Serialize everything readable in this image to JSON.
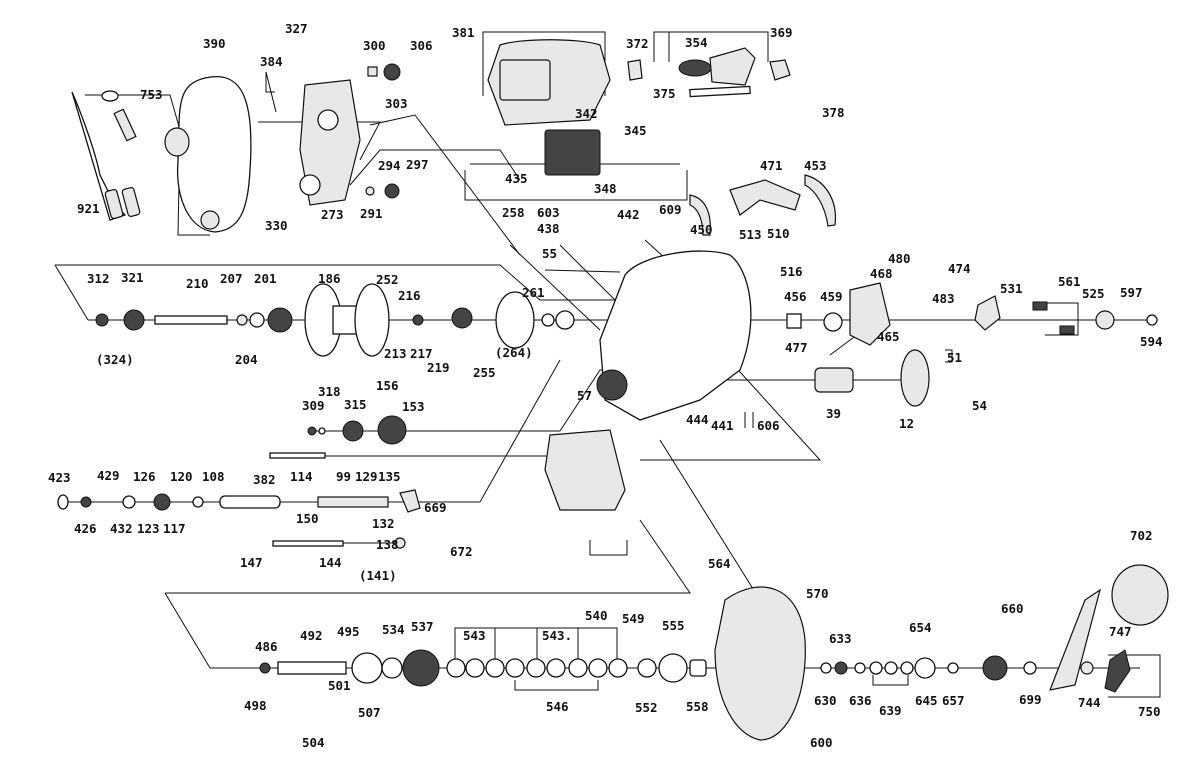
{
  "diagram": {
    "title": "",
    "type": "exploded-parts-diagram",
    "labels": [
      {
        "id": "390",
        "text": "390"
      },
      {
        "id": "753",
        "text": "753"
      },
      {
        "id": "921",
        "text": "921"
      },
      {
        "id": "327",
        "text": "327"
      },
      {
        "id": "384",
        "text": "384"
      },
      {
        "id": "300",
        "text": "300"
      },
      {
        "id": "306",
        "text": "306"
      },
      {
        "id": "303",
        "text": "303"
      },
      {
        "id": "294",
        "text": "294"
      },
      {
        "id": "297",
        "text": "297"
      },
      {
        "id": "291",
        "text": "291"
      },
      {
        "id": "273",
        "text": "273"
      },
      {
        "id": "330",
        "text": "330"
      },
      {
        "id": "381",
        "text": "381"
      },
      {
        "id": "372",
        "text": "372"
      },
      {
        "id": "354",
        "text": "354"
      },
      {
        "id": "369",
        "text": "369"
      },
      {
        "id": "375",
        "text": "375"
      },
      {
        "id": "378",
        "text": "378"
      },
      {
        "id": "342",
        "text": "342"
      },
      {
        "id": "345",
        "text": "345"
      },
      {
        "id": "348",
        "text": "348"
      },
      {
        "id": "435",
        "text": "435"
      },
      {
        "id": "471",
        "text": "471"
      },
      {
        "id": "453",
        "text": "453"
      },
      {
        "id": "450",
        "text": "450"
      },
      {
        "id": "258",
        "text": "258"
      },
      {
        "id": "603",
        "text": "603"
      },
      {
        "id": "438",
        "text": "438"
      },
      {
        "id": "442",
        "text": "442"
      },
      {
        "id": "609",
        "text": "609"
      },
      {
        "id": "55",
        "text": "55"
      },
      {
        "id": "513",
        "text": "513"
      },
      {
        "id": "510",
        "text": "510"
      },
      {
        "id": "516",
        "text": "516"
      },
      {
        "id": "468",
        "text": "468"
      },
      {
        "id": "480",
        "text": "480"
      },
      {
        "id": "474",
        "text": "474"
      },
      {
        "id": "483",
        "text": "483"
      },
      {
        "id": "531",
        "text": "531"
      },
      {
        "id": "561",
        "text": "561"
      },
      {
        "id": "525",
        "text": "525"
      },
      {
        "id": "597",
        "text": "597"
      },
      {
        "id": "594",
        "text": "594"
      },
      {
        "id": "456",
        "text": "456"
      },
      {
        "id": "459",
        "text": "459"
      },
      {
        "id": "465",
        "text": "465"
      },
      {
        "id": "477",
        "text": "477"
      },
      {
        "id": "51",
        "text": "51"
      },
      {
        "id": "54",
        "text": "54"
      },
      {
        "id": "39",
        "text": "39"
      },
      {
        "id": "12",
        "text": "12"
      },
      {
        "id": "312",
        "text": "312"
      },
      {
        "id": "321",
        "text": "321"
      },
      {
        "id": "324",
        "text": "(324)"
      },
      {
        "id": "210",
        "text": "210"
      },
      {
        "id": "207",
        "text": "207"
      },
      {
        "id": "204",
        "text": "204"
      },
      {
        "id": "201",
        "text": "201"
      },
      {
        "id": "186",
        "text": "186"
      },
      {
        "id": "252",
        "text": "252"
      },
      {
        "id": "216",
        "text": "216"
      },
      {
        "id": "213",
        "text": "213"
      },
      {
        "id": "217",
        "text": "217"
      },
      {
        "id": "219",
        "text": "219"
      },
      {
        "id": "255",
        "text": "255"
      },
      {
        "id": "264",
        "text": "(264)"
      },
      {
        "id": "261",
        "text": "261"
      },
      {
        "id": "57",
        "text": "57"
      },
      {
        "id": "444",
        "text": "444"
      },
      {
        "id": "441",
        "text": "441"
      },
      {
        "id": "606",
        "text": "606"
      },
      {
        "id": "309",
        "text": "309"
      },
      {
        "id": "318",
        "text": "318"
      },
      {
        "id": "315",
        "text": "315"
      },
      {
        "id": "156",
        "text": "156"
      },
      {
        "id": "153",
        "text": "153"
      },
      {
        "id": "382",
        "text": "382"
      },
      {
        "id": "423",
        "text": "423"
      },
      {
        "id": "429",
        "text": "429"
      },
      {
        "id": "126",
        "text": "126"
      },
      {
        "id": "120",
        "text": "120"
      },
      {
        "id": "426",
        "text": "426"
      },
      {
        "id": "432",
        "text": "432"
      },
      {
        "id": "123",
        "text": "123"
      },
      {
        "id": "117",
        "text": "117"
      },
      {
        "id": "108",
        "text": "108"
      },
      {
        "id": "114",
        "text": "114"
      },
      {
        "id": "99",
        "text": "99"
      },
      {
        "id": "129",
        "text": "129"
      },
      {
        "id": "135",
        "text": "135"
      },
      {
        "id": "132",
        "text": "132"
      },
      {
        "id": "150",
        "text": "150"
      },
      {
        "id": "147",
        "text": "147"
      },
      {
        "id": "144",
        "text": "144"
      },
      {
        "id": "138",
        "text": "138"
      },
      {
        "id": "141",
        "text": "(141)"
      },
      {
        "id": "669",
        "text": "669"
      },
      {
        "id": "672",
        "text": "672"
      },
      {
        "id": "564",
        "text": "564"
      },
      {
        "id": "570",
        "text": "570"
      },
      {
        "id": "600",
        "text": "600"
      },
      {
        "id": "486",
        "text": "486"
      },
      {
        "id": "492",
        "text": "492"
      },
      {
        "id": "495",
        "text": "495"
      },
      {
        "id": "501",
        "text": "501"
      },
      {
        "id": "498",
        "text": "498"
      },
      {
        "id": "504",
        "text": "504"
      },
      {
        "id": "507",
        "text": "507"
      },
      {
        "id": "534",
        "text": "534"
      },
      {
        "id": "537",
        "text": "537"
      },
      {
        "id": "543a",
        "text": "543"
      },
      {
        "id": "543b",
        "text": "543."
      },
      {
        "id": "540",
        "text": "540"
      },
      {
        "id": "546",
        "text": "546"
      },
      {
        "id": "549",
        "text": "549"
      },
      {
        "id": "552",
        "text": "552"
      },
      {
        "id": "555",
        "text": "555"
      },
      {
        "id": "558",
        "text": "558"
      },
      {
        "id": "630",
        "text": "630"
      },
      {
        "id": "633",
        "text": "633"
      },
      {
        "id": "636",
        "text": "636"
      },
      {
        "id": "639",
        "text": "639"
      },
      {
        "id": "645",
        "text": "645"
      },
      {
        "id": "654",
        "text": "654"
      },
      {
        "id": "657",
        "text": "657"
      },
      {
        "id": "660",
        "text": "660"
      },
      {
        "id": "699",
        "text": "699"
      },
      {
        "id": "702",
        "text": "702"
      },
      {
        "id": "744",
        "text": "744"
      },
      {
        "id": "747",
        "text": "747"
      },
      {
        "id": "750",
        "text": "750"
      }
    ]
  }
}
